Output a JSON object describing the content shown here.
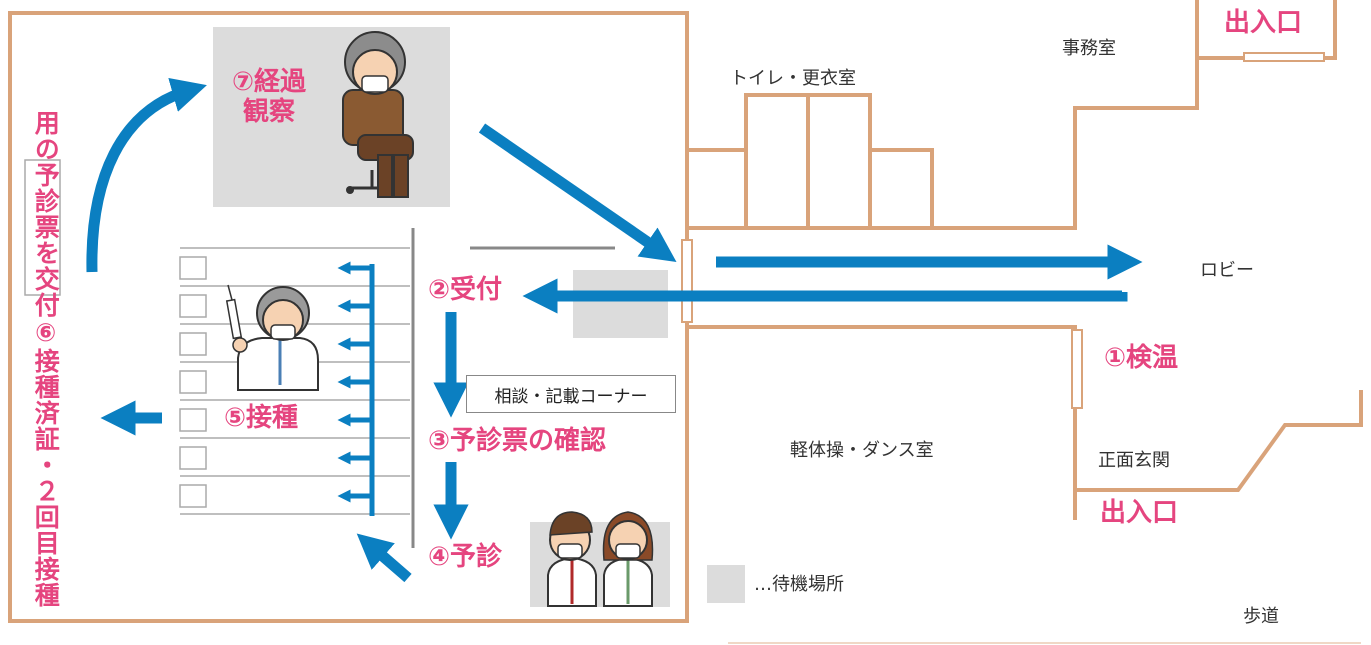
{
  "colors": {
    "wall": "#d9a37a",
    "arrow": "#0b7fc1",
    "accent": "#e5457f",
    "waiting": "#dcdcdc"
  },
  "rooms": {
    "office": "事務室",
    "toilet_changing": "トイレ・更衣室",
    "lobby": "ロビー",
    "exercise_room": "軽体操・ダンス室",
    "main_entrance": "正面玄関",
    "sidewalk": "歩道"
  },
  "entrances": {
    "top": "出入口",
    "bottom": "出入口"
  },
  "steps": {
    "s1": "①検温",
    "s2": "②受付",
    "s3": "③予診票の確認",
    "s4": "④予診",
    "s5": "⑤接種",
    "s6_lines": [
      "⑥接種済証・２回目接種",
      "用の予診票を交付"
    ],
    "s7_lines": [
      "⑦経過",
      "観察"
    ]
  },
  "consult_corner": "相談・記載コーナー",
  "legend": {
    "waiting_area": "…待機場所"
  },
  "icons": [
    "elderly-patient-icon",
    "nurse-with-syringe-icon",
    "doctors-icon"
  ]
}
